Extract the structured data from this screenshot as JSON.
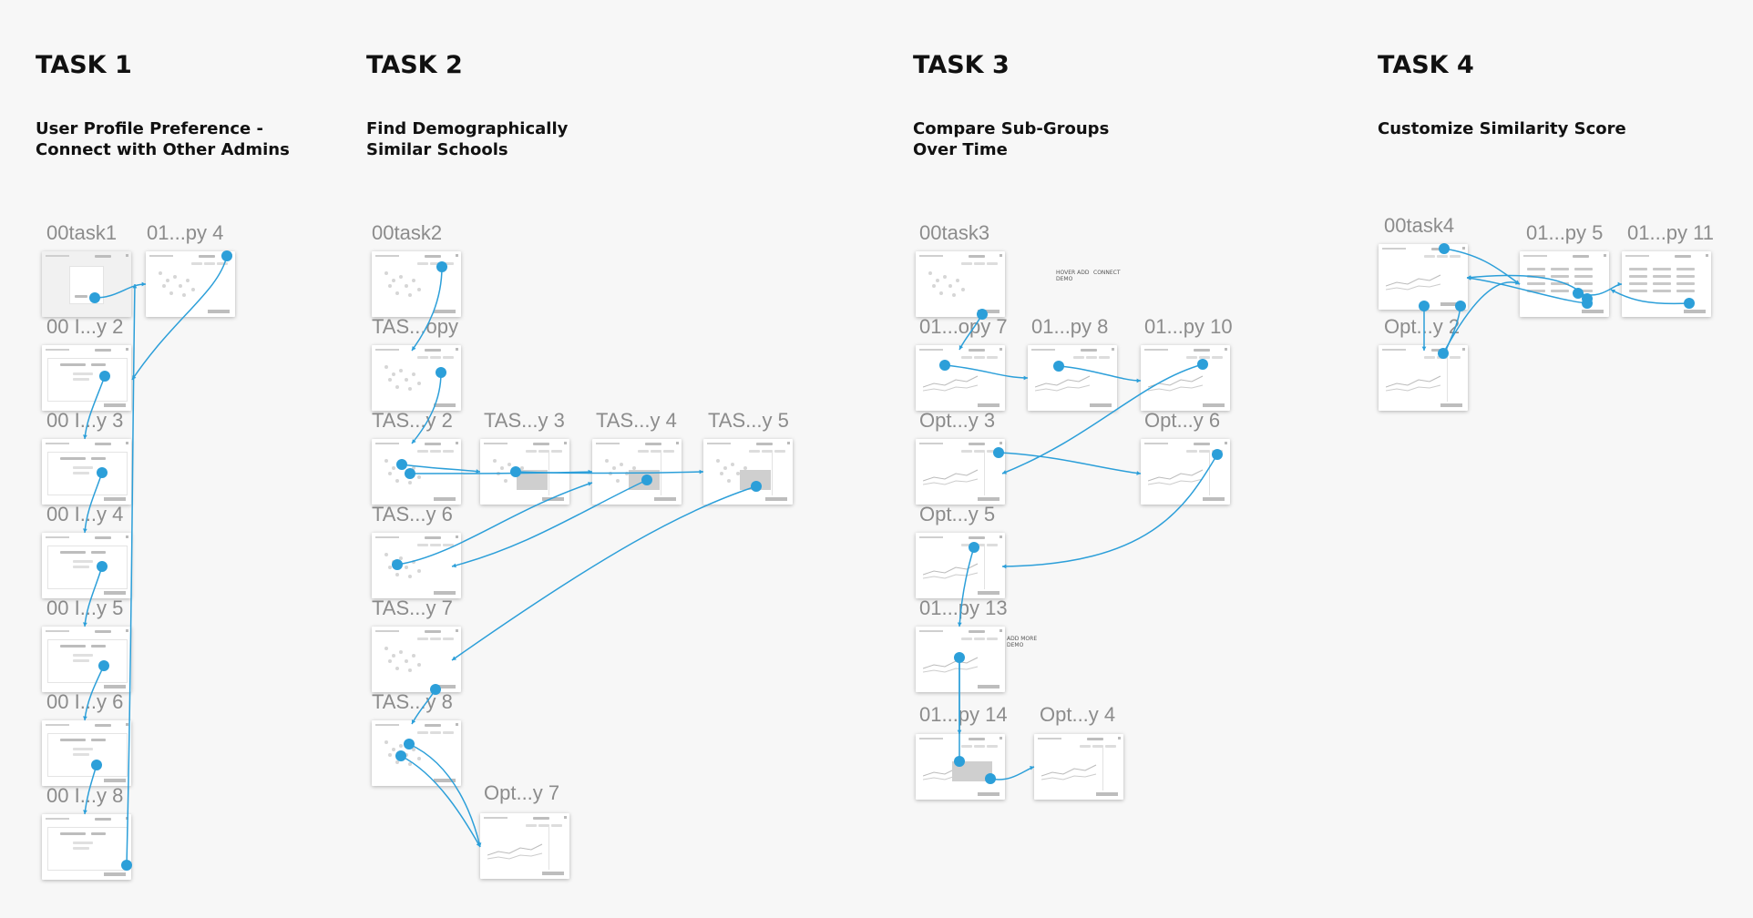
{
  "tasks": [
    {
      "title": "TASK 1",
      "subtitle_lines": [
        "User Profile Preference -",
        "Connect with Other Admins"
      ]
    },
    {
      "title": "TASK 2",
      "subtitle_lines": [
        "Find Demographically",
        "Similar Schools"
      ]
    },
    {
      "title": "TASK 3",
      "subtitle_lines": [
        "Compare Sub-Groups",
        "Over Time"
      ]
    },
    {
      "title": "TASK 4",
      "subtitle_lines": [
        "Customize Similarity Score"
      ]
    }
  ],
  "frames": {
    "t1_00task1": "00task1",
    "t1_01py4": "01...py 4",
    "t1_00y2": "00 I...y 2",
    "t1_00y3": "00 I...y 3",
    "t1_00y4": "00 I...y 4",
    "t1_00y5": "00 I...y 5",
    "t1_00y6": "00 I...y 6",
    "t1_00y8": "00 I...y 8",
    "t2_00task2": "00task2",
    "t2_tasopy": "TAS...opy",
    "t2_tasy2": "TAS...y 2",
    "t2_tasy3": "TAS...y 3",
    "t2_tasy4": "TAS...y 4",
    "t2_tasy5": "TAS...y 5",
    "t2_tasy6": "TAS...y 6",
    "t2_tasy7": "TAS...y 7",
    "t2_tasy8": "TAS...y 8",
    "t2_opty7": "Opt...y 7",
    "t3_00task3": "00task3",
    "t3_01opy7": "01...opy 7",
    "t3_01py8": "01...py 8",
    "t3_01py10": "01...py 10",
    "t3_opty3": "Opt...y 3",
    "t3_opty6": "Opt...y 6",
    "t3_opty5": "Opt...y 5",
    "t3_01py13": "01...py 13",
    "t3_01py14": "01...py 14",
    "t3_opty4": "Opt...y 4",
    "t4_00task4": "00task4",
    "t4_01py5": "01...py 5",
    "t4_01py11": "01...py 11",
    "t4_opty2": "Opt...y 2"
  },
  "notes": {
    "hover_add_demo": [
      "HOVER ADD",
      "DEMO"
    ],
    "connect": "CONNECT",
    "add_more_demo": [
      "ADD MORE",
      "DEMO"
    ]
  },
  "colors": {
    "background": "#f7f7f7",
    "link": "#2c9fd9",
    "label": "#8c8c8c",
    "title": "#111111"
  }
}
